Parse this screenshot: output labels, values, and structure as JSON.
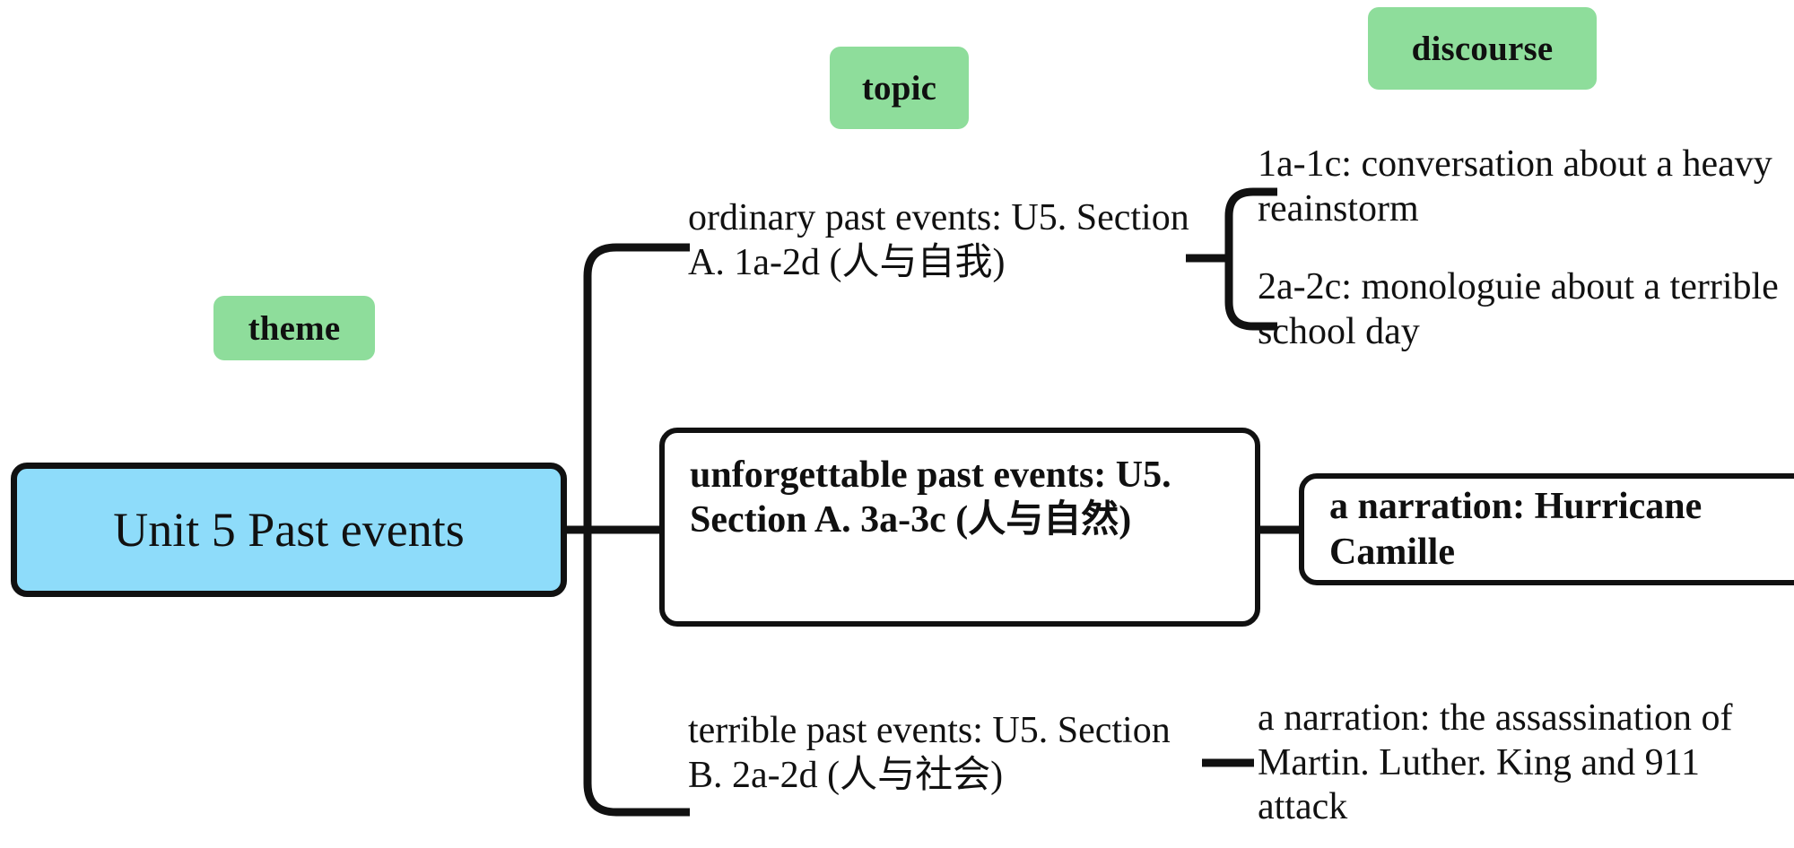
{
  "diagram": {
    "type": "mind-map",
    "title": "Unit 5 Past events",
    "colors": {
      "legend_chip": "#8EDD9B",
      "root_node": "#8EDCFA",
      "stroke": "#111111",
      "background": "#FFFFFF"
    }
  },
  "legend": {
    "theme": "theme",
    "topic": "topic",
    "discourse": "discourse"
  },
  "root": {
    "label": "Unit 5 Past events"
  },
  "topics": [
    {
      "id": "topic-ordinary",
      "label": "ordinary past events: U5. Section A. 1a-2d (人与自我)",
      "boxed": false,
      "bold": false
    },
    {
      "id": "topic-unforgettable",
      "label": "unforgettable past events: U5. Section A. 3a-3c (人与自然)",
      "boxed": true,
      "bold": true
    },
    {
      "id": "topic-terrible",
      "label": "terrible past events: U5. Section B. 2a-2d (人与社会)",
      "boxed": false,
      "bold": false
    }
  ],
  "discourses": [
    {
      "id": "discourse-1a-1c",
      "parent": "topic-ordinary",
      "label": "1a-1c: conversation about a heavy reainstorm",
      "boxed": false,
      "bold": false
    },
    {
      "id": "discourse-2a-2c",
      "parent": "topic-ordinary",
      "label": "2a-2c: monologuie about a terrible school day",
      "boxed": false,
      "bold": false
    },
    {
      "id": "discourse-hurricane",
      "parent": "topic-unforgettable",
      "label": "a narration: Hurricane Camille",
      "boxed": true,
      "bold": true
    },
    {
      "id": "discourse-assassination",
      "parent": "topic-terrible",
      "label": "a narration: the assassination of Martin. Luther. King and 911 attack",
      "boxed": false,
      "bold": false
    }
  ]
}
